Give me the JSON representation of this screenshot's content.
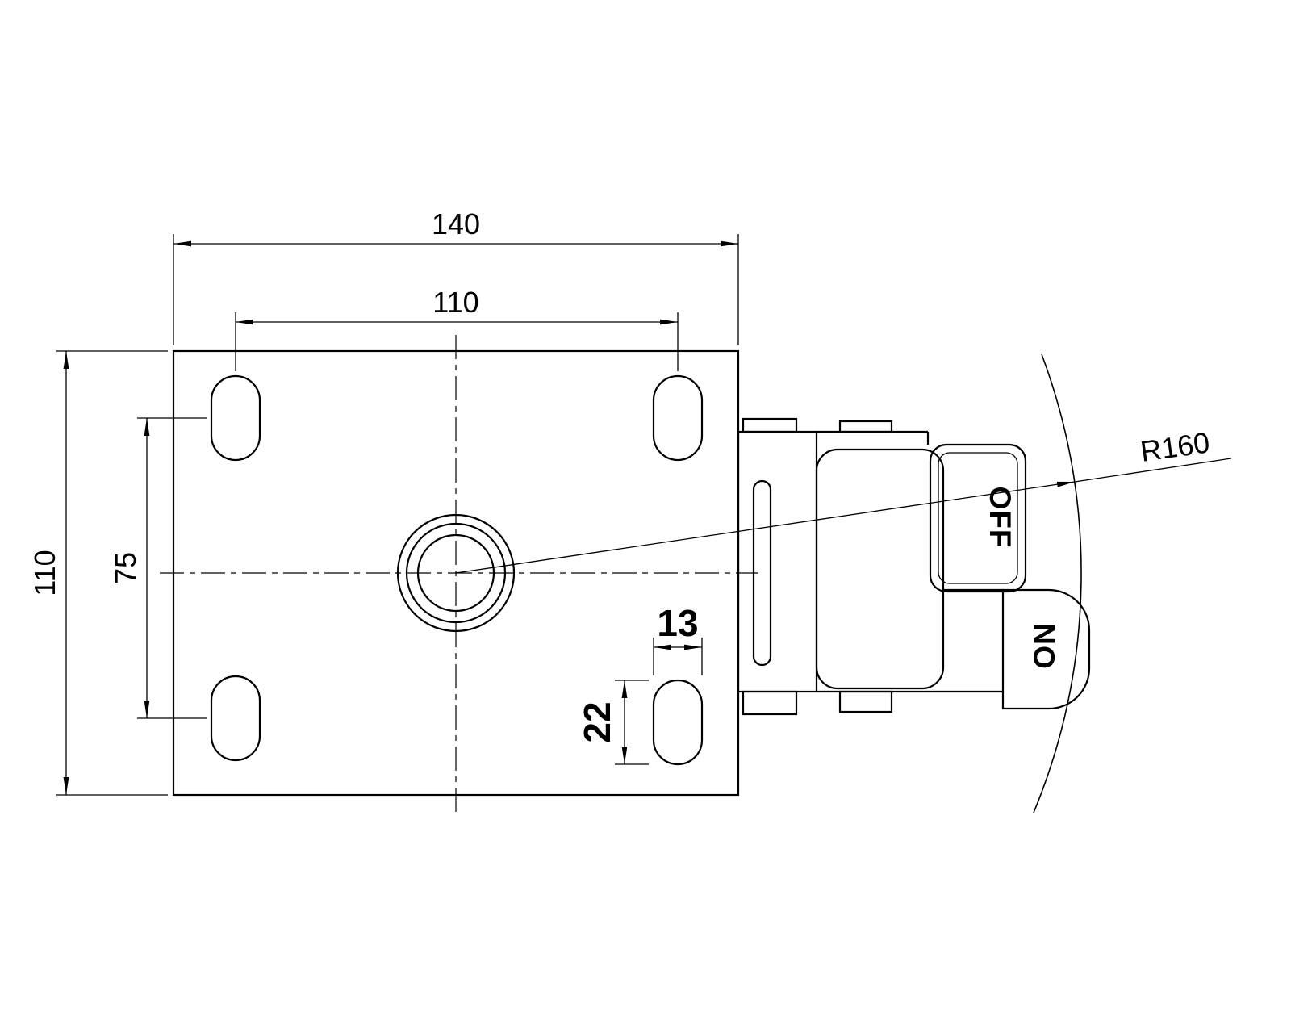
{
  "drawing": {
    "kind": "caster top-plate technical drawing",
    "background_color": "#ffffff",
    "line_color": "#000000",
    "dimensions": {
      "plate_width": "140",
      "hole_spacing_horizontal": "110",
      "plate_depth": "110",
      "hole_spacing_vertical": "75",
      "slot_width": "13",
      "slot_length": "22",
      "swivel_radius": "R160"
    },
    "pedal_labels": {
      "off": "OFF",
      "on": "ON"
    }
  }
}
